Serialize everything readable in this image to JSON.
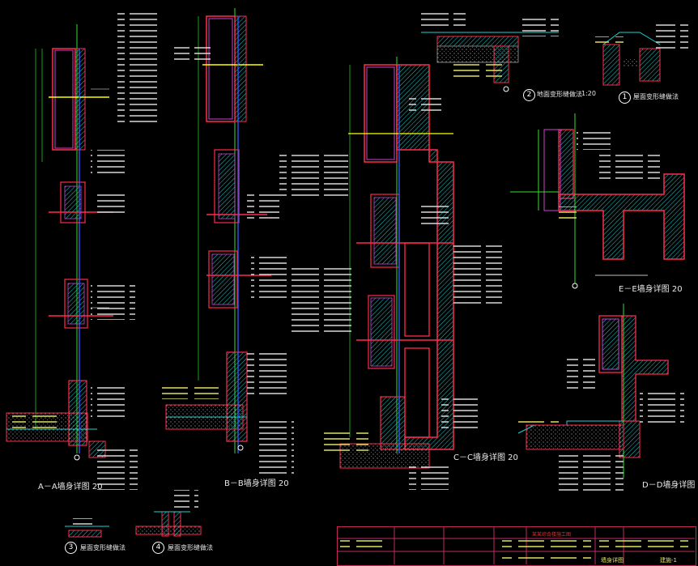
{
  "details": {
    "a": {
      "label": "A－A墙身详图",
      "scale": "20"
    },
    "b": {
      "label": "B－B墙身详图",
      "scale": "20"
    },
    "c": {
      "label": "C－C墙身详图",
      "scale": "20"
    },
    "d": {
      "label": "D－D墙身详图",
      "scale": "20"
    },
    "e": {
      "label": "E－E墙身详图",
      "scale": "20"
    }
  },
  "small_details": [
    {
      "num": "1",
      "label": "屋面变形缝做法"
    },
    {
      "num": "2",
      "label": "地面变形缝做法",
      "scale": "1:20"
    },
    {
      "num": "3",
      "label": "屋面变形缝做法"
    },
    {
      "num": "4",
      "label": "屋面变形缝做法"
    }
  ],
  "title_block": {
    "project": "某某综合楼施工图",
    "drawing": "墙身详图",
    "sheet": "建施-1"
  },
  "colors": {
    "background": "#000000",
    "wall_outline": "#ff2a4a",
    "hatch": "#20d0d0",
    "frame": "#d040d0",
    "leader": "#ffffff",
    "dimension": "#30e030",
    "glazing": "#3060ff",
    "text_yellow": "#e0e060",
    "title_border": "#c02b5b"
  }
}
